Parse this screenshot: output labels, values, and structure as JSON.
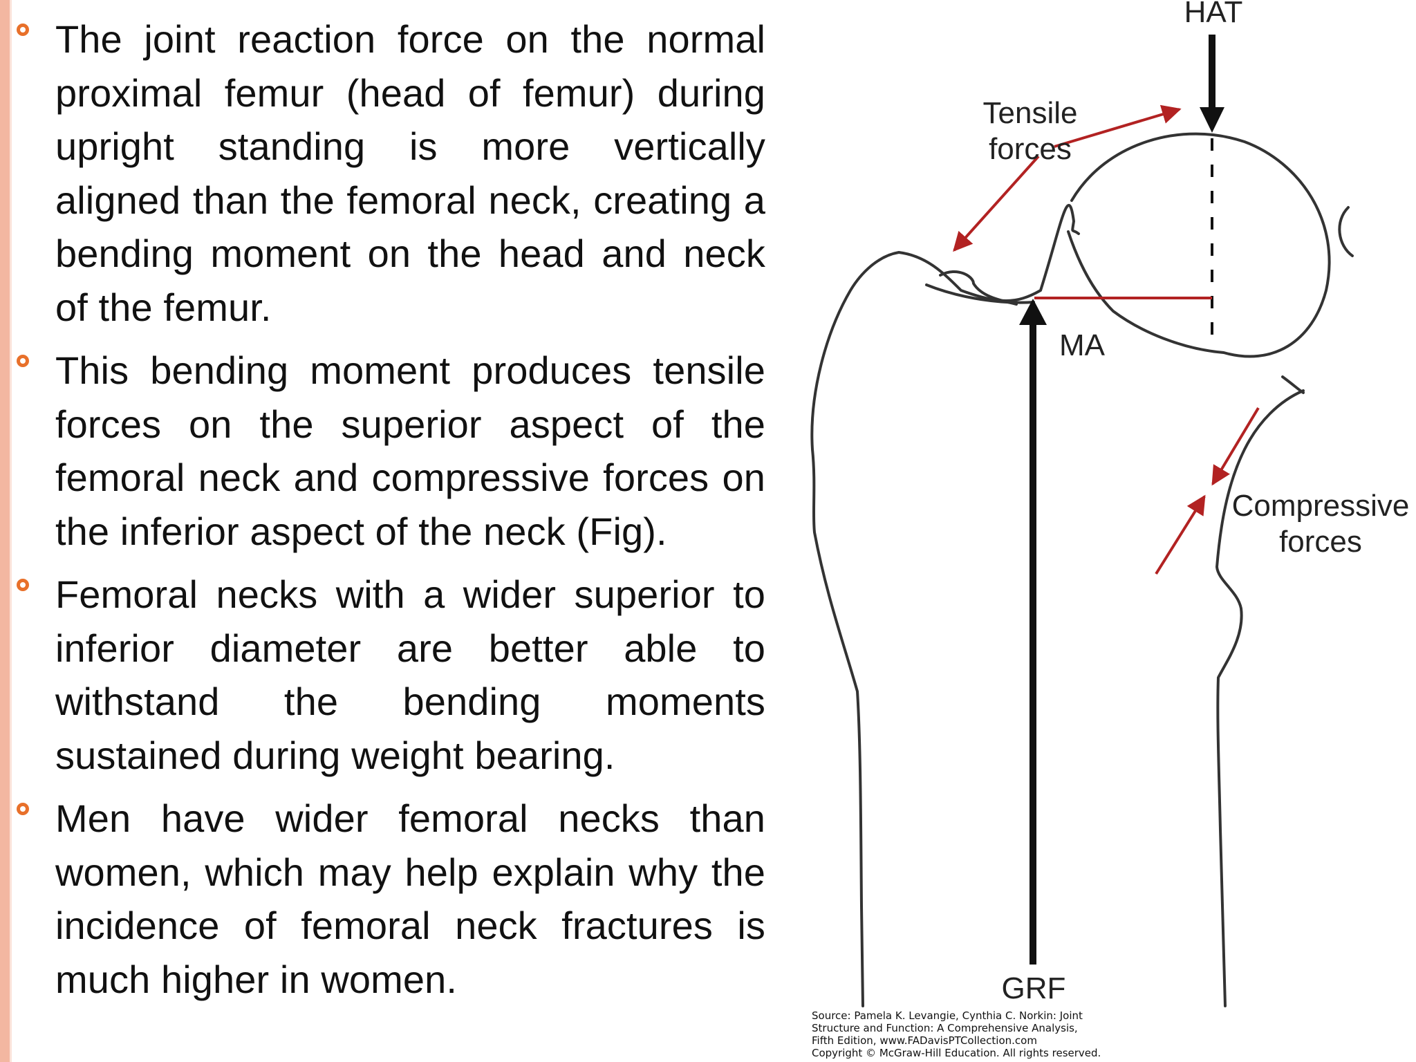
{
  "bullets": [
    {
      "text": "The joint reaction force on the normal proximal femur (head of femur) during upright standing is more vertically aligned than the femoral neck, creating a bending moment on the head and neck of the femur."
    },
    {
      "text": "This bending moment produces tensile forces on the superior aspect of the femoral neck and compressive forces on the inferior aspect of the neck (Fig)."
    },
    {
      "text": "Femoral necks with a wider superior to inferior diameter are better able to withstand the bending moments sustained during weight bearing."
    },
    {
      "text": "Men have wider femoral necks than women, which may help explain why the incidence of femoral neck fractures is much higher in women."
    }
  ],
  "figure": {
    "labels": {
      "hat": "HAT",
      "tensile_line1": "Tensile",
      "tensile_line2": "forces",
      "ma": "MA",
      "compressive_line1": "Compressive",
      "compressive_line2": "forces",
      "grf": "GRF"
    },
    "source_lines": [
      "Source: Pamela K. Levangie, Cynthia C. Norkin: Joint",
      "Structure and Function: A Comprehensive Analysis,",
      "Fifth Edition, www.FADavisPTCollection.com",
      "Copyright © McGraw-Hill Education. All rights reserved."
    ]
  },
  "colors": {
    "accent_bar": "#f3b7a1",
    "bullet_marker": "#e8702a",
    "force_arrow_red": "#b22222",
    "outline": "#333333"
  }
}
